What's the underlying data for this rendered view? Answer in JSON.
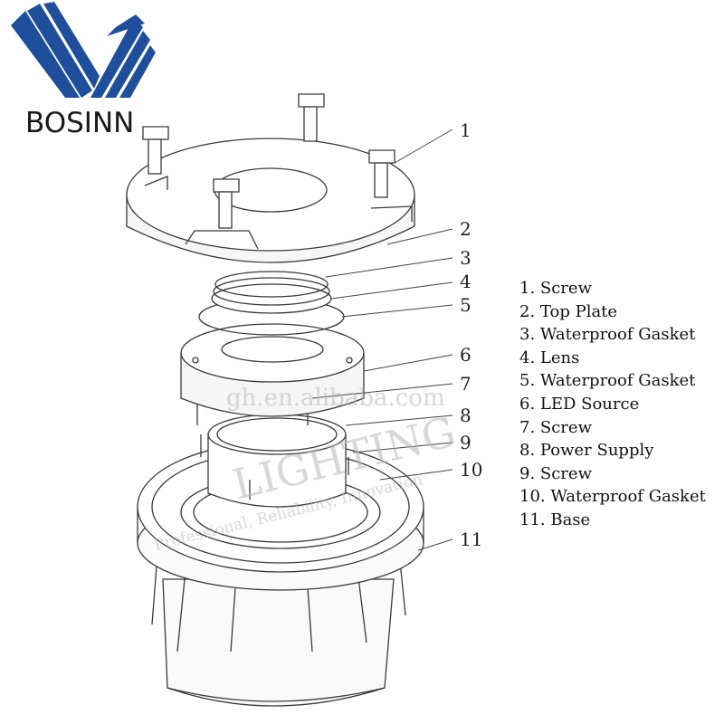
{
  "brand": {
    "name": "BOSINN",
    "logo_color": "#1f4e9a"
  },
  "diagram": {
    "callout_numbers": [
      "1",
      "2",
      "3",
      "4",
      "5",
      "6",
      "7",
      "8",
      "9",
      "10",
      "11"
    ],
    "parts": [
      "1. Screw",
      "2. Top Plate",
      "3. Waterproof Gasket",
      "4. Lens",
      "5. Waterproof Gasket",
      "6. LED Source",
      "7. Screw",
      "8. Power Supply",
      "9. Screw",
      "10. Waterproof Gasket",
      "11. Base"
    ]
  },
  "watermark": {
    "site": "gh.en.alibaba.com",
    "word": "LIGHTING",
    "tagline": "Professional, Reliability, Innovation"
  }
}
